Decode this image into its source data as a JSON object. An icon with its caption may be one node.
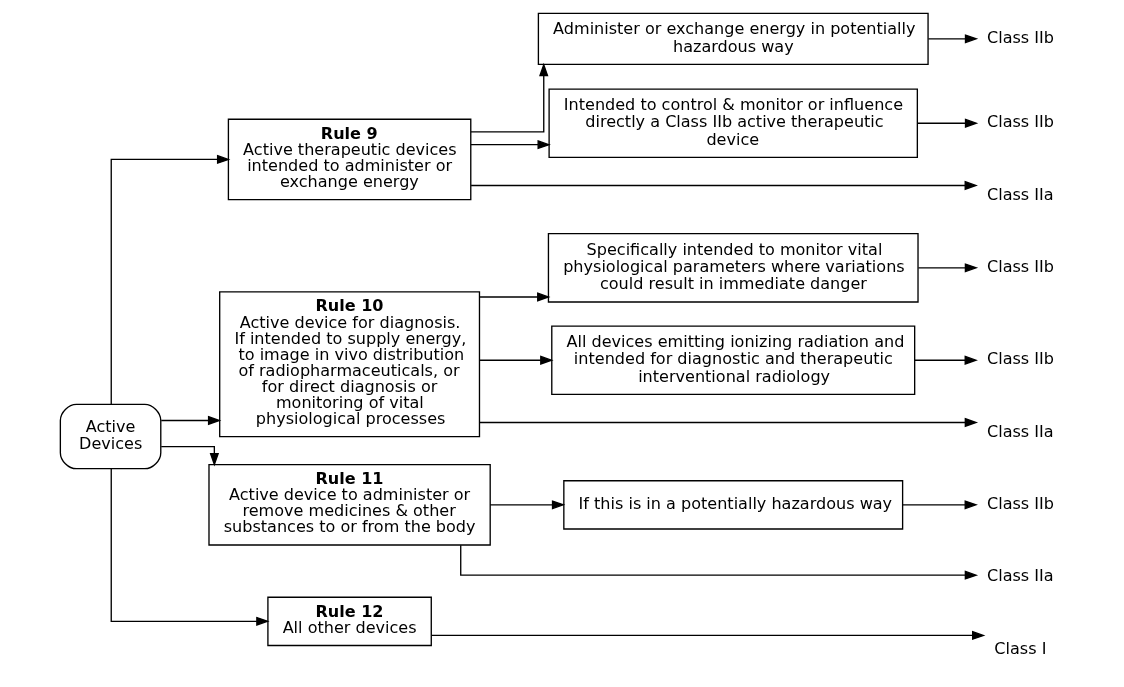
{
  "diagram": {
    "nodes": [
      {
        "text": [
          "Active Devices"
        ]
      },
      {
        "text": [
          "Rule 9",
          "Active therapeutic devices intended to administer or exchange energy"
        ]
      },
      {
        "text": [
          "Administer or exchange energy in potentially hazardous way"
        ]
      },
      {
        "text": [
          "Intended to control & monitor or influence directly a Class IIb active therapeutic device"
        ]
      },
      {
        "text": [
          "Rule 10",
          "Active device for diagnosis. If intended to supply energy, to image in vivo distribution of radiopharmaceuticals, or for direct diagnosis or monitoring of vital physiological processes"
        ]
      },
      {
        "text": [
          "Specifically intended to monitor vital physiological parameters where variations could result in immediate danger"
        ]
      },
      {
        "text": [
          "All devices emitting ionizing radiation and intended for diagnostic and therapeutic interventional radiology"
        ]
      },
      {
        "text": [
          "Rule 11",
          "Active device to administer or remove medicines & other substances to or from the body"
        ]
      },
      {
        "text": [
          "If this is in a potentially hazardous way"
        ]
      },
      {
        "text": [
          "Rule 12",
          "All other devices"
        ]
      },
      {
        "text": [
          "Class IIa"
        ]
      },
      {
        "text": [
          "Class IIb"
        ]
      },
      {
        "text": [
          "Class IIb"
        ]
      },
      {
        "text": [
          "Class IIa"
        ]
      },
      {
        "text": [
          "Class IIb"
        ]
      },
      {
        "text": [
          "Class IIb"
        ]
      },
      {
        "text": [
          "Class IIa"
        ]
      },
      {
        "text": [
          "Class IIb"
        ]
      },
      {
        "text": [
          "Class I"
        ]
      }
    ],
    "edges": [
      {
        "from": 0,
        "to": 1,
        "arrow": "to"
      },
      {
        "from": 0,
        "to": 4,
        "arrow": "to"
      },
      {
        "from": 0,
        "to": 7,
        "arrow": "to"
      },
      {
        "from": 0,
        "to": 9,
        "arrow": "to"
      },
      {
        "from": 1,
        "to": 10,
        "arrow": "to"
      },
      {
        "from": 1,
        "to": 2,
        "arrow": "to"
      },
      {
        "from": 1,
        "to": 3,
        "arrow": "to"
      },
      {
        "from": 2,
        "to": 11,
        "arrow": "to"
      },
      {
        "from": 3,
        "to": 12,
        "arrow": "to"
      },
      {
        "from": 4,
        "to": 13,
        "arrow": "to"
      },
      {
        "from": 4,
        "to": 5,
        "arrow": "to"
      },
      {
        "from": 4,
        "to": 6,
        "arrow": "to"
      },
      {
        "from": 5,
        "to": 14,
        "arrow": "to"
      },
      {
        "from": 6,
        "to": 15,
        "arrow": "to"
      },
      {
        "from": 7,
        "to": 16,
        "arrow": "to"
      },
      {
        "from": 7,
        "to": 8,
        "arrow": "to"
      },
      {
        "from": 8,
        "to": 17,
        "arrow": "to"
      },
      {
        "from": 9,
        "to": 18,
        "arrow": "to"
      }
    ]
  }
}
